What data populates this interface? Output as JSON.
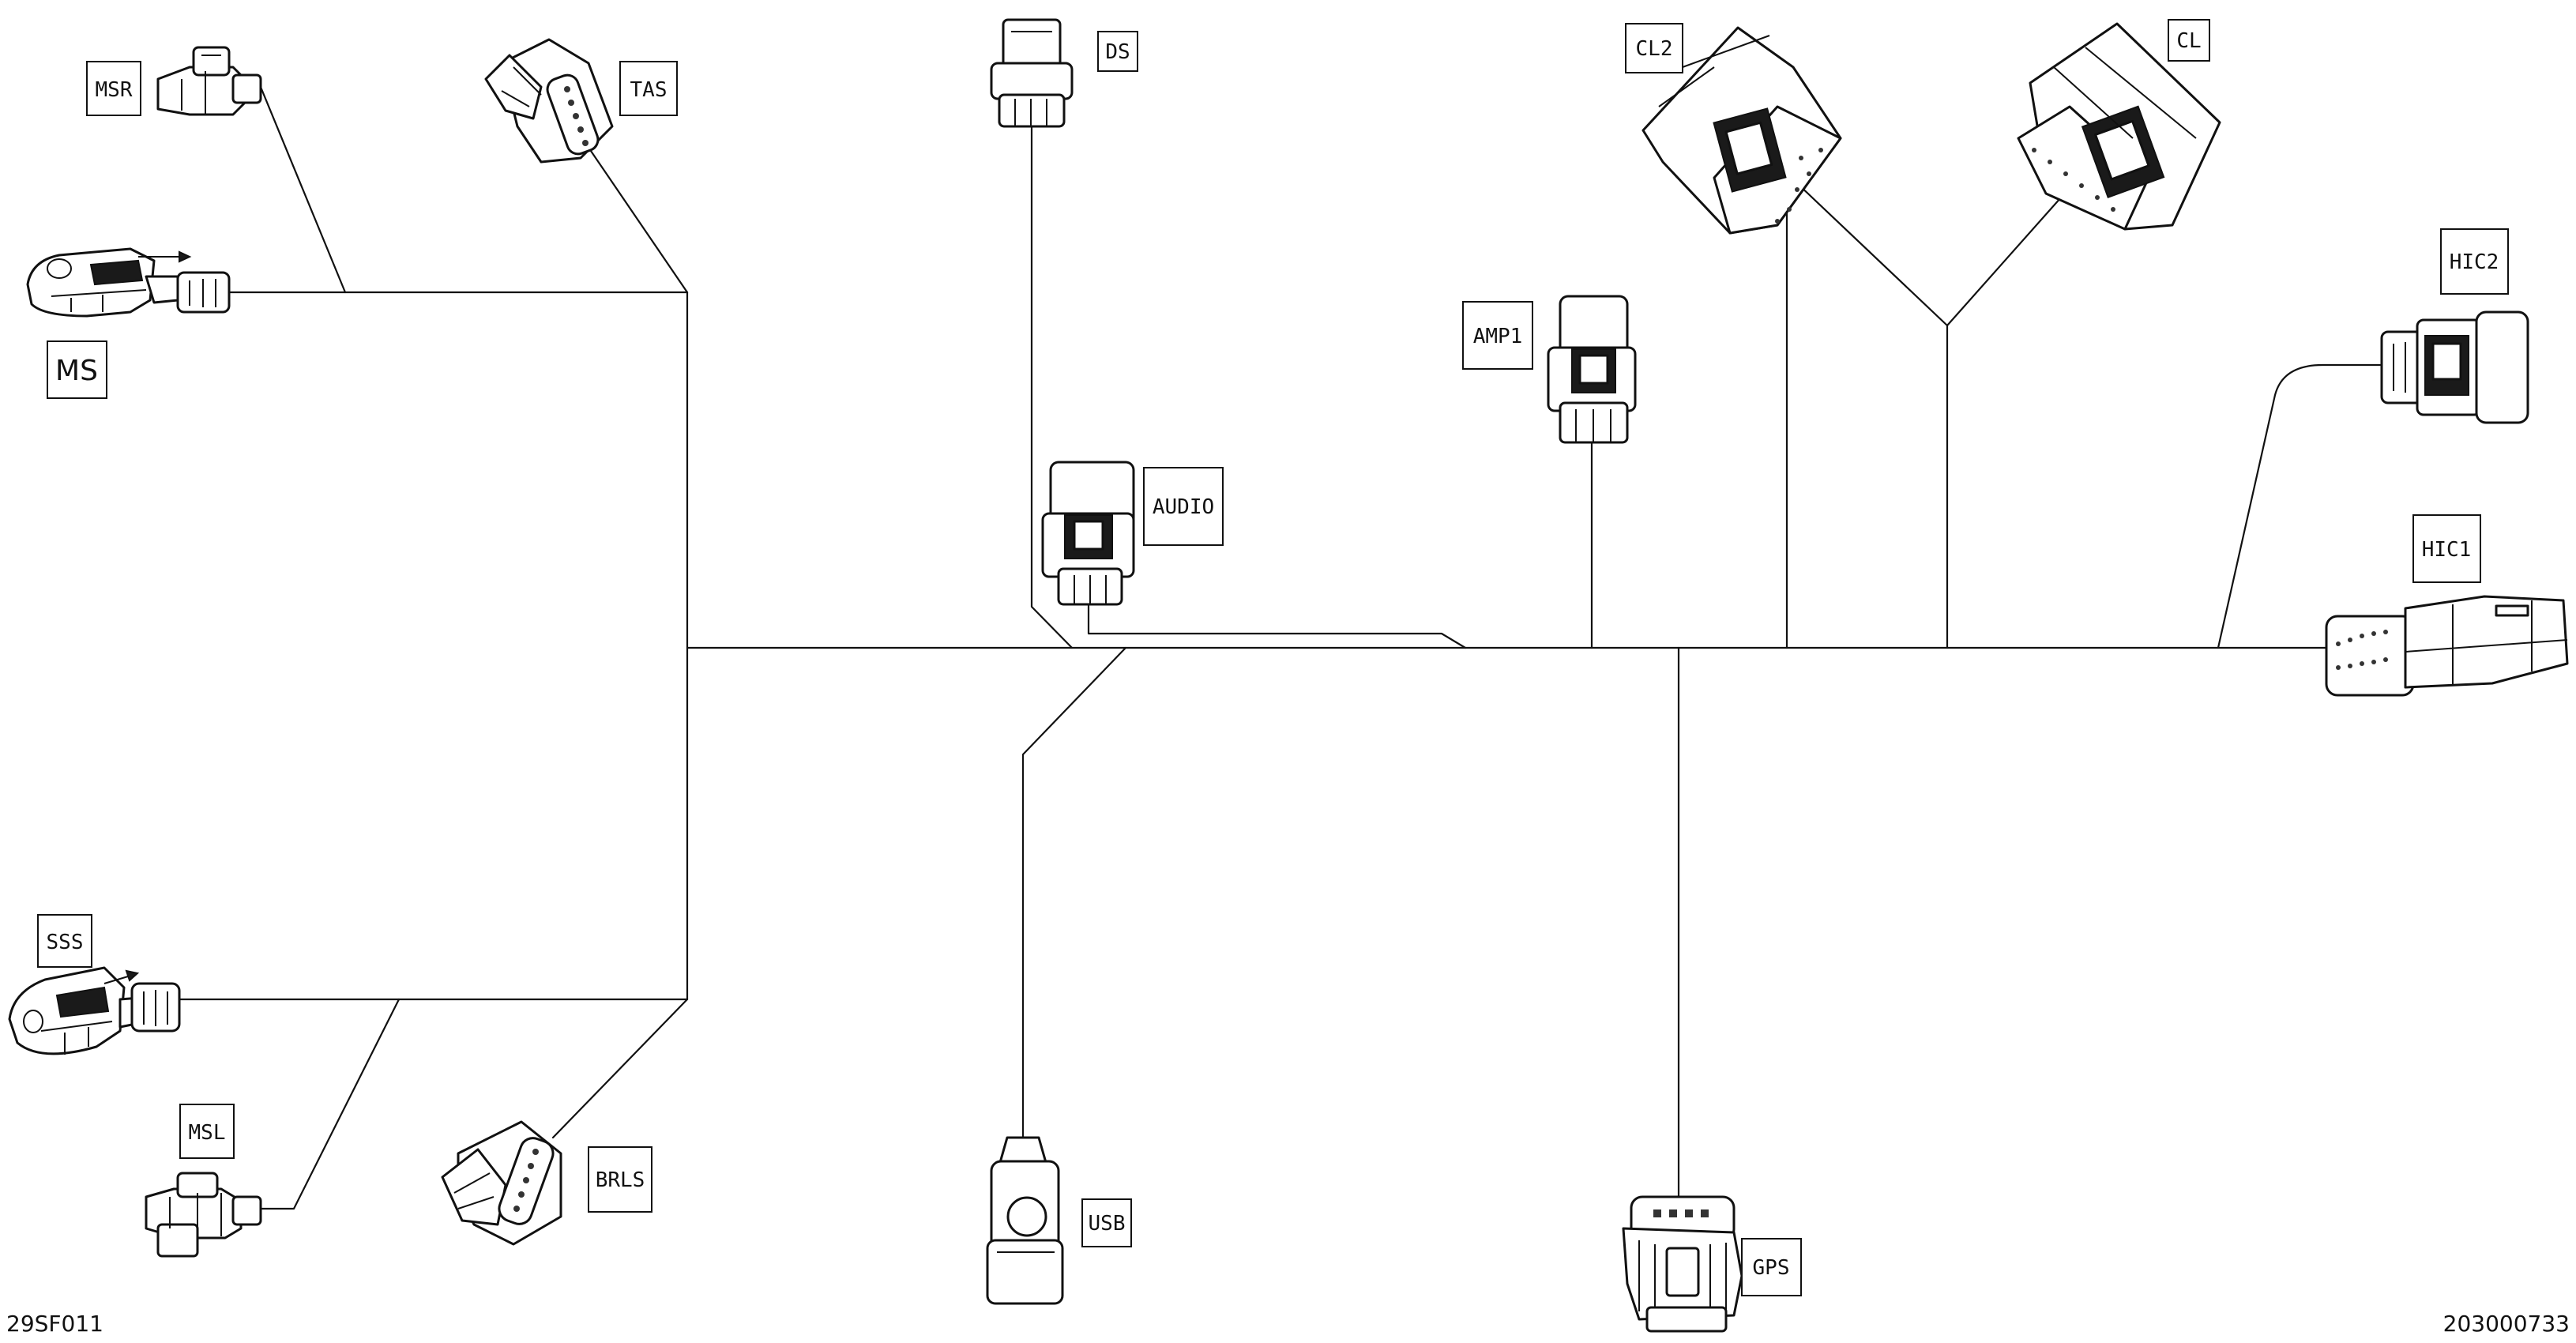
{
  "labels": {
    "ms": "MS",
    "msr": "MSR",
    "tas": "TAS",
    "ds": "DS",
    "audio": "AUDIO",
    "amp1": "AMP1",
    "cl2": "CL2",
    "cl": "CL",
    "hic2": "HIC2",
    "hic1": "HIC1",
    "sss": "SSS",
    "msl": "MSL",
    "brls": "BRLS",
    "usb": "USB",
    "gps": "GPS"
  },
  "footer": {
    "left_code": "29SF011",
    "right_code": "203000733"
  }
}
